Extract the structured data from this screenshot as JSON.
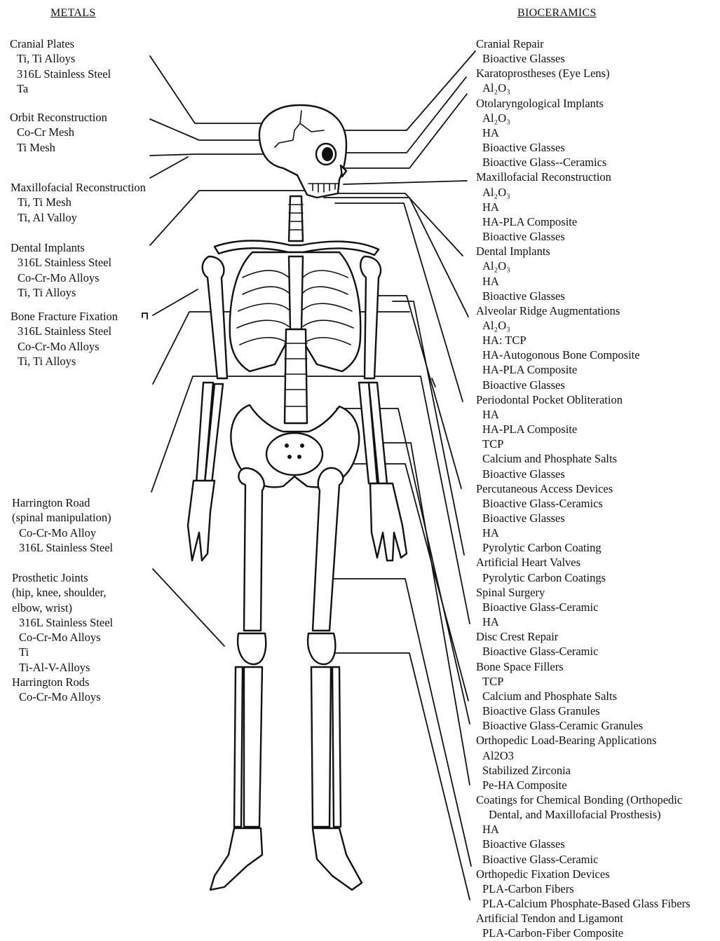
{
  "headers": {
    "metals": "METALS",
    "bioceramics": "BIOCERAMICS"
  },
  "metals": [
    {
      "title": "Cranial Plates",
      "items": [
        "Ti, Ti Alloys",
        "316L Stainless Steel",
        "Ta"
      ]
    },
    {
      "title": "Orbit Reconstruction",
      "items": [
        "Co-Cr Mesh",
        "Ti Mesh"
      ]
    },
    {
      "title": "Maxillofacial Reconstruction",
      "items": [
        "Ti, Ti Mesh",
        "Ti, Al Valloy"
      ]
    },
    {
      "title": "Dental Implants",
      "items": [
        "316L Stainless Steel",
        "Co-Cr-Mo Alloys",
        "Ti, Ti Alloys"
      ]
    },
    {
      "title": "Bone Fracture Fixation",
      "items": [
        "316L Stainless Steel",
        "Co-Cr-Mo Alloys",
        "Ti, Ti Alloys"
      ]
    },
    {
      "title": "Harrington Road",
      "title2": "(spinal manipulation)",
      "items": [
        "Co-Cr-Mo Alloy",
        "316L Stainless Steel"
      ]
    },
    {
      "title": "Prosthetic Joints",
      "title2": "(hip, knee, shoulder,",
      "title3": "elbow, wrist)",
      "items": [
        "316L Stainless Steel",
        "Co-Cr-Mo Alloys",
        "Ti",
        "Ti-Al-V-Alloys"
      ]
    },
    {
      "title": "Harrington Rods",
      "items": [
        "Co-Cr-Mo Alloys"
      ]
    }
  ],
  "bioceramics": [
    {
      "title": "Cranial Repair",
      "items": [
        "Bioactive Glasses"
      ]
    },
    {
      "title": "Karatoprostheses (Eye Lens)",
      "items": [
        "Al₂O₃"
      ]
    },
    {
      "title": "Otolaryngological Implants",
      "items": [
        "Al₂O₃",
        "HA",
        "Bioactive Glasses",
        "Bioactive Glass--Ceramics"
      ]
    },
    {
      "title": "Maxillofacial Reconstruction",
      "items": [
        "Al₂O₃",
        "HA",
        "HA-PLA Composite",
        "Bioactive Glasses"
      ]
    },
    {
      "title": "Dental Implants",
      "items": [
        "Al₂O₃",
        "HA",
        "Bioactive Glasses"
      ]
    },
    {
      "title": "Alveolar Ridge Augmentations",
      "items": [
        "Al₂O₃",
        "HA: TCP",
        "HA-Autogonous Bone Composite",
        "HA-PLA Composite",
        "Bioactive Glasses"
      ]
    },
    {
      "title": "Periodontal Pocket Obliteration",
      "items": [
        "HA",
        "HA-PLA Composite",
        "TCP",
        "Calcium and Phosphate Salts",
        "Bioactive Glasses"
      ]
    },
    {
      "title": "Percutaneous Access Devices",
      "items": [
        "Bioactive Glass-Ceramics",
        "Bioactive Glasses",
        "HA",
        "Pyrolytic Carbon Coating"
      ]
    },
    {
      "title": "Artificial Heart Valves",
      "items": [
        "Pyrolytic Carbon Coatings"
      ]
    },
    {
      "title": "Spinal Surgery",
      "items": [
        "Bioactive Glass-Ceramic",
        "HA"
      ]
    },
    {
      "title": "Disc Crest Repair",
      "items": [
        "Bioactive Glass-Ceramic"
      ]
    },
    {
      "title": "Bone Space Fillers",
      "items": [
        "TCP",
        "Calcium and Phosphate Salts",
        "Bioactive Glass Granules",
        "Bioactive Glass-Ceramic Granules"
      ]
    },
    {
      "title": "Orthopedic Load-Bearing Applications",
      "items": [
        "Al2O3",
        "Stabilized Zirconia",
        "Pe-HA Composite"
      ]
    },
    {
      "title": "Coatings for Chemical Bonding (Orthopedic",
      "title2": "Dental, and Maxillofacial Prosthesis)",
      "items": [
        "HA",
        "Bioactive Glasses",
        "Bioactive Glass-Ceramic"
      ]
    },
    {
      "title": "Orthopedic Fixation Devices",
      "items": [
        "PLA-Carbon Fibers",
        "PLA-Calcium Phosphate-Based Glass Fibers"
      ]
    },
    {
      "title": "Artificial Tendon and Ligamont",
      "items": [
        "PLA-Carbon-Fiber Composite"
      ]
    }
  ]
}
